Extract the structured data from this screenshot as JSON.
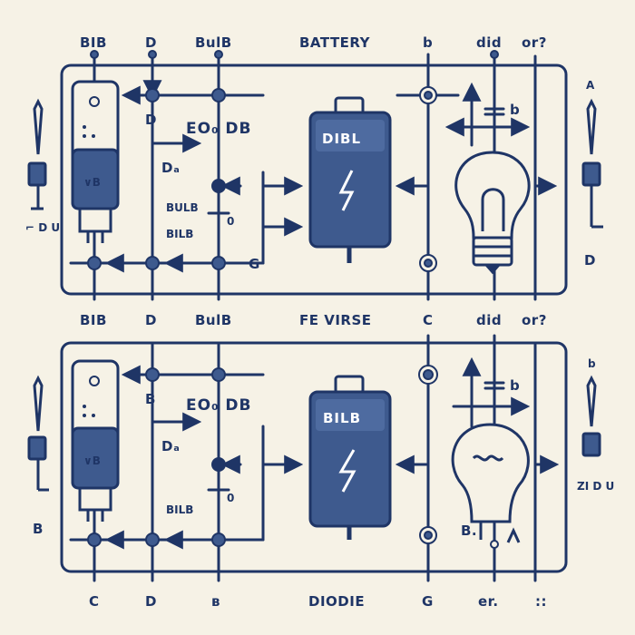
{
  "colors": {
    "background": "#f6f2e6",
    "ink": "#1f3566",
    "battery_fill": "#3e5a8e",
    "battery_dark": "#2a4272"
  },
  "icons": [
    "usb-plug-icon",
    "battery-icon",
    "lightning-icon",
    "light-bulb-icon",
    "led-icon",
    "switch-icon"
  ],
  "top_diagram": {
    "labels": {
      "col_1": "BIB",
      "col_2": "D",
      "col_3": "BulB",
      "title": "BATTERY",
      "col_5": "b",
      "col_6": "did",
      "col_7": "or?",
      "left_node_d": "D",
      "eo_db": "EO₀ DB",
      "da": "Dₐ",
      "bulb_upper": "BULB",
      "bilb": "BILB",
      "zero": "0",
      "g_node": "G",
      "bulb_b": "b",
      "plug_text": "∨B",
      "battery_text": "DIBL",
      "left_margin": "⌐ D U",
      "right_top": "A",
      "right_bottom": "D"
    }
  },
  "middle_labels": {
    "col_1": "BIB",
    "col_2": "D",
    "col_3": "BulB",
    "title": "FE VIRSE",
    "col_5": "C",
    "col_6": "did",
    "col_7": "or?"
  },
  "bottom_diagram": {
    "labels": {
      "left_node_b": "B",
      "eo_db": "EO₀ DB",
      "da": "Dₐ",
      "bilb": "BILB",
      "zero": "0",
      "bulb_b": "b",
      "bulb_b2": "B.",
      "plug_text": "∨B",
      "battery_text": "BILB",
      "left_margin": "B",
      "right_margin": "ZI D U",
      "right_top": "b"
    }
  },
  "footer": {
    "col_1": "C",
    "col_2": "D",
    "col_3": "в",
    "title": "DIODIE",
    "col_5": "G",
    "col_6": "er.",
    "col_7": "::"
  }
}
